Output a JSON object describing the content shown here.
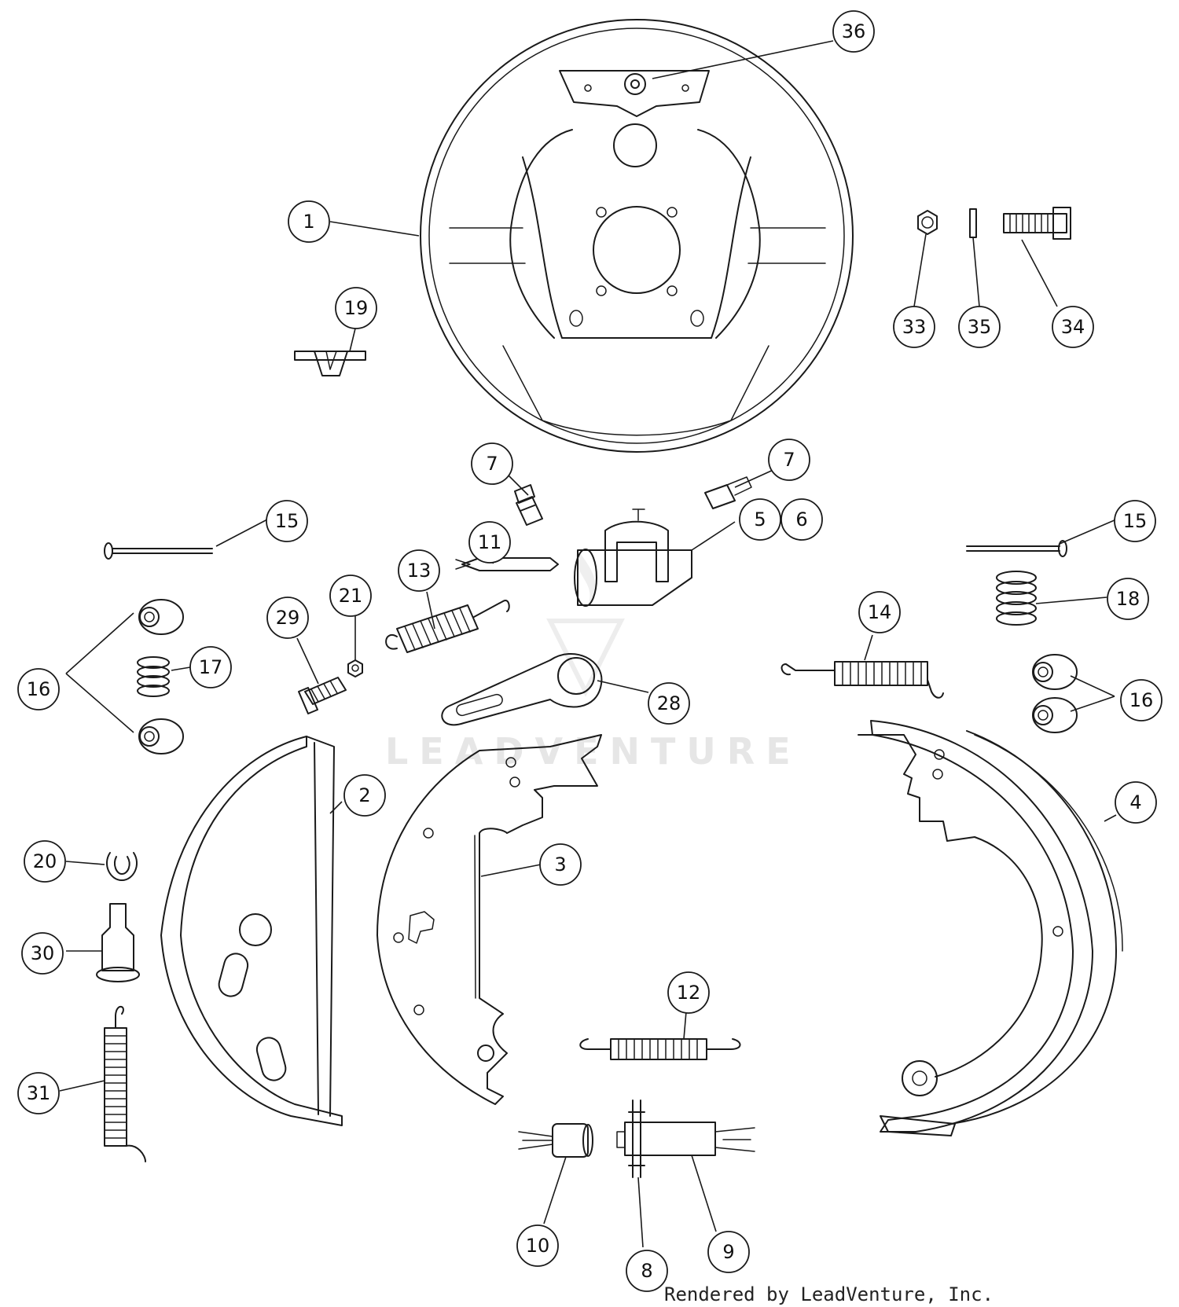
{
  "diagram": {
    "callouts": [
      {
        "id": "c36",
        "label": "36"
      },
      {
        "id": "c1",
        "label": "1"
      },
      {
        "id": "c19",
        "label": "19"
      },
      {
        "id": "c33",
        "label": "33"
      },
      {
        "id": "c35",
        "label": "35"
      },
      {
        "id": "c34",
        "label": "34"
      },
      {
        "id": "c7a",
        "label": "7"
      },
      {
        "id": "c7b",
        "label": "7"
      },
      {
        "id": "c15a",
        "label": "15"
      },
      {
        "id": "c5",
        "label": "5"
      },
      {
        "id": "c6",
        "label": "6"
      },
      {
        "id": "c15b",
        "label": "15"
      },
      {
        "id": "c11",
        "label": "11"
      },
      {
        "id": "c13",
        "label": "13"
      },
      {
        "id": "c18",
        "label": "18"
      },
      {
        "id": "c21",
        "label": "21"
      },
      {
        "id": "c29",
        "label": "29"
      },
      {
        "id": "c14",
        "label": "14"
      },
      {
        "id": "c16a",
        "label": "16"
      },
      {
        "id": "c17",
        "label": "17"
      },
      {
        "id": "c28",
        "label": "28"
      },
      {
        "id": "c16b",
        "label": "16"
      },
      {
        "id": "c2",
        "label": "2"
      },
      {
        "id": "c4",
        "label": "4"
      },
      {
        "id": "c20",
        "label": "20"
      },
      {
        "id": "c3",
        "label": "3"
      },
      {
        "id": "c30",
        "label": "30"
      },
      {
        "id": "c12",
        "label": "12"
      },
      {
        "id": "c31",
        "label": "31"
      },
      {
        "id": "c10",
        "label": "10"
      },
      {
        "id": "c8",
        "label": "8"
      },
      {
        "id": "c9",
        "label": "9"
      }
    ],
    "watermark": "LEADVENTURE",
    "credit": "Rendered by LeadVenture, Inc."
  }
}
